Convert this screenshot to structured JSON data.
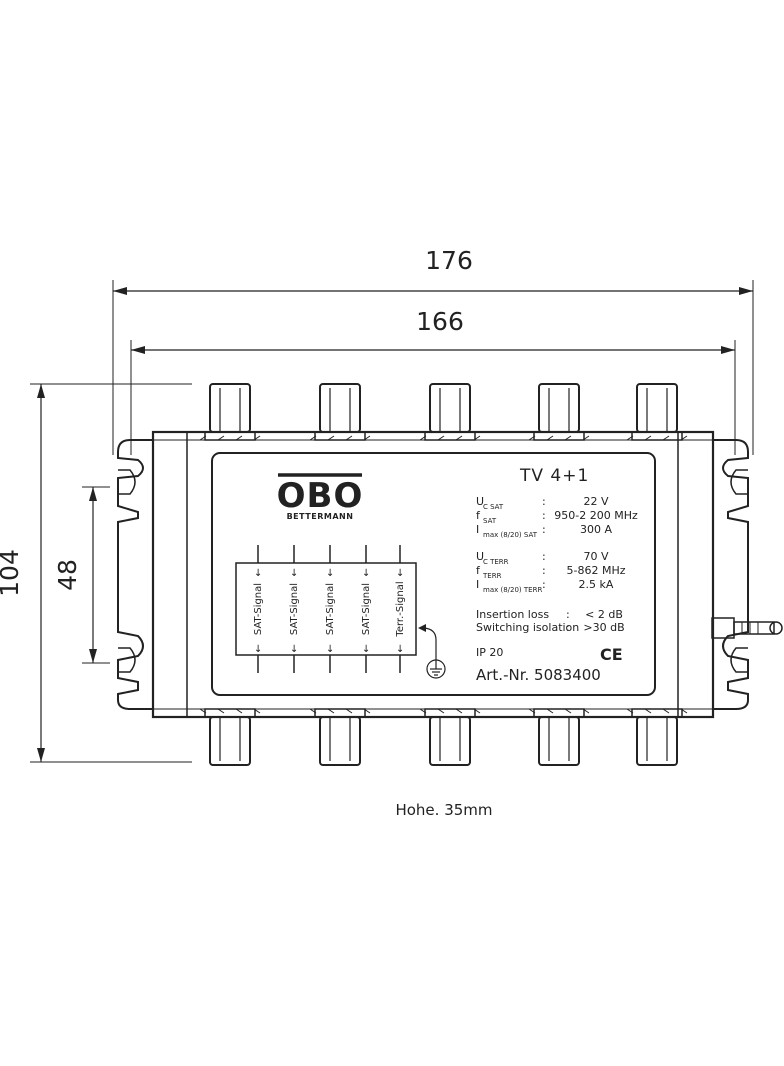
{
  "dimensions": {
    "overall_width": "176",
    "body_width": "166",
    "height": "104",
    "mount_spacing": "48",
    "depth_note": "Hohe. 35mm"
  },
  "logo": {
    "brand": "OBO",
    "sub": "BETTERMANN"
  },
  "product": {
    "model": "TV 4+1",
    "article": "Art.-Nr. 5083400",
    "ip": "IP 20",
    "ce": "CE"
  },
  "specs_sat": [
    {
      "main": "U",
      "sub": "C SAT",
      "colon": ":",
      "value": "22 V"
    },
    {
      "main": "f",
      "sub": "SAT",
      "colon": ":",
      "value": "950-2 200 MHz"
    },
    {
      "main": "I",
      "sub": "max (8/20) SAT",
      "colon": ":",
      "value": "300 A"
    }
  ],
  "specs_terr": [
    {
      "main": "U",
      "sub": "C TERR",
      "colon": ":",
      "value": "70 V"
    },
    {
      "main": "f",
      "sub": "TERR",
      "colon": ":",
      "value": "5-862 MHz"
    },
    {
      "main": "I",
      "sub": "max (8/20) TERR",
      "colon": ":",
      "value": "2.5 kA"
    }
  ],
  "specs_loss": [
    {
      "label": "Insertion loss",
      "colon": ":",
      "value": "< 2 dB"
    },
    {
      "label": "Switching isolation",
      "colon": ":",
      "value": ">30 dB"
    }
  ],
  "signal_labels": [
    "SAT-Signal",
    "SAT-Signal",
    "SAT-Signal",
    "SAT-Signal",
    "Terr.-Signal"
  ]
}
